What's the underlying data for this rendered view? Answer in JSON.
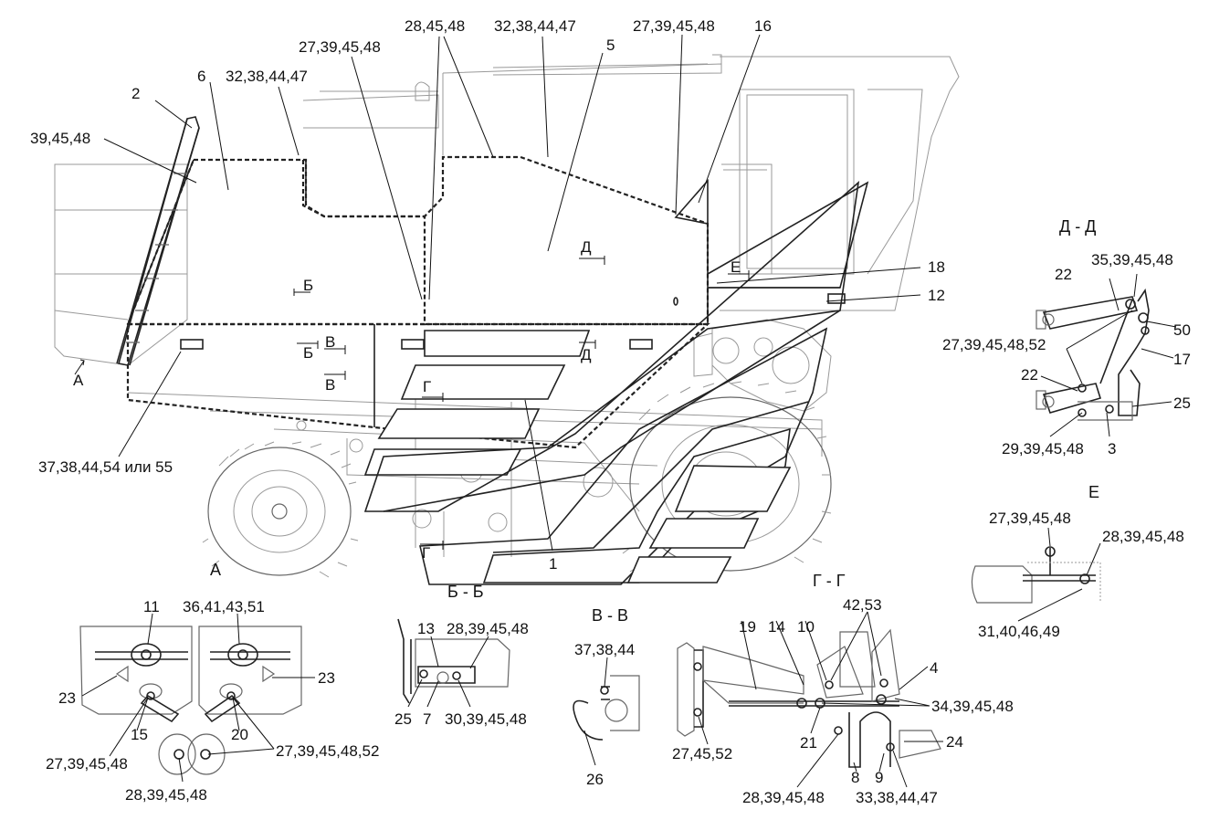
{
  "diagram": {
    "main_labels": [
      {
        "id": "lbl-2",
        "text": "2"
      },
      {
        "id": "lbl-6",
        "text": "6"
      },
      {
        "id": "lbl-39-45-48-top",
        "text": "39,45,48"
      },
      {
        "id": "lbl-32-38-44-47-a",
        "text": "32,38,44,47"
      },
      {
        "id": "lbl-27-39-45-48-a",
        "text": "27,39,45,48"
      },
      {
        "id": "lbl-28-45-48",
        "text": "28,45,48"
      },
      {
        "id": "lbl-32-38-44-47-b",
        "text": "32,38,44,47"
      },
      {
        "id": "lbl-5",
        "text": "5"
      },
      {
        "id": "lbl-27-39-45-48-b",
        "text": "27,39,45,48"
      },
      {
        "id": "lbl-16",
        "text": "16"
      },
      {
        "id": "lbl-18",
        "text": "18"
      },
      {
        "id": "lbl-12",
        "text": "12"
      },
      {
        "id": "lbl-1",
        "text": "1"
      },
      {
        "id": "lbl-37-38-44-54",
        "text": "37,38,44,54 или 55"
      }
    ],
    "section_marks": [
      {
        "id": "mark-A",
        "text": "А"
      },
      {
        "id": "mark-B1",
        "text": "Б"
      },
      {
        "id": "mark-B2",
        "text": "Б"
      },
      {
        "id": "mark-V1",
        "text": "В"
      },
      {
        "id": "mark-V2",
        "text": "В"
      },
      {
        "id": "mark-G1",
        "text": "Г"
      },
      {
        "id": "mark-G2",
        "text": "Г"
      },
      {
        "id": "mark-D1",
        "text": "Д"
      },
      {
        "id": "mark-D2",
        "text": "Д"
      },
      {
        "id": "mark-E",
        "text": "Е"
      }
    ],
    "view_dd": {
      "title": "Д - Д",
      "labels": [
        {
          "id": "dd-22a",
          "text": "22"
        },
        {
          "id": "dd-35",
          "text": "35,39,45,48"
        },
        {
          "id": "dd-50",
          "text": "50"
        },
        {
          "id": "dd-27",
          "text": "27,39,45,48,52"
        },
        {
          "id": "dd-17",
          "text": "17"
        },
        {
          "id": "dd-22b",
          "text": "22"
        },
        {
          "id": "dd-25",
          "text": "25"
        },
        {
          "id": "dd-29",
          "text": "29,39,45,48"
        },
        {
          "id": "dd-3",
          "text": "3"
        }
      ]
    },
    "view_e": {
      "title": "Е",
      "labels": [
        {
          "id": "e-27",
          "text": "27,39,45,48"
        },
        {
          "id": "e-28",
          "text": "28,39,45,48"
        },
        {
          "id": "e-31",
          "text": "31,40,46,49"
        }
      ]
    },
    "view_a": {
      "title": "А",
      "labels": [
        {
          "id": "a-11",
          "text": "11"
        },
        {
          "id": "a-36",
          "text": "36,41,43,51"
        },
        {
          "id": "a-23a",
          "text": "23"
        },
        {
          "id": "a-23b",
          "text": "23"
        },
        {
          "id": "a-15",
          "text": "15"
        },
        {
          "id": "a-20",
          "text": "20"
        },
        {
          "id": "a-27",
          "text": "27,39,45,48"
        },
        {
          "id": "a-27-52",
          "text": "27,39,45,48,52"
        },
        {
          "id": "a-28",
          "text": "28,39,45,48"
        }
      ]
    },
    "view_bb": {
      "title": "Б - Б",
      "labels": [
        {
          "id": "bb-13",
          "text": "13"
        },
        {
          "id": "bb-28",
          "text": "28,39,45,48"
        },
        {
          "id": "bb-25",
          "text": "25"
        },
        {
          "id": "bb-7",
          "text": "7"
        },
        {
          "id": "bb-30",
          "text": "30,39,45,48"
        }
      ]
    },
    "view_vv": {
      "title": "В - В",
      "labels": [
        {
          "id": "vv-37",
          "text": "37,38,44"
        },
        {
          "id": "vv-26",
          "text": "26"
        }
      ]
    },
    "view_gg": {
      "title": "Г - Г",
      "labels": [
        {
          "id": "gg-42",
          "text": "42,53"
        },
        {
          "id": "gg-19",
          "text": "19"
        },
        {
          "id": "gg-14",
          "text": "14"
        },
        {
          "id": "gg-10",
          "text": "10"
        },
        {
          "id": "gg-4",
          "text": "4"
        },
        {
          "id": "gg-34",
          "text": "34,39,45,48"
        },
        {
          "id": "gg-27",
          "text": "27,45,52"
        },
        {
          "id": "gg-21",
          "text": "21"
        },
        {
          "id": "gg-24",
          "text": "24"
        },
        {
          "id": "gg-28",
          "text": "28,39,45,48"
        },
        {
          "id": "gg-8",
          "text": "8"
        },
        {
          "id": "gg-9",
          "text": "9"
        },
        {
          "id": "gg-33",
          "text": "33,38,44,47"
        }
      ]
    }
  }
}
